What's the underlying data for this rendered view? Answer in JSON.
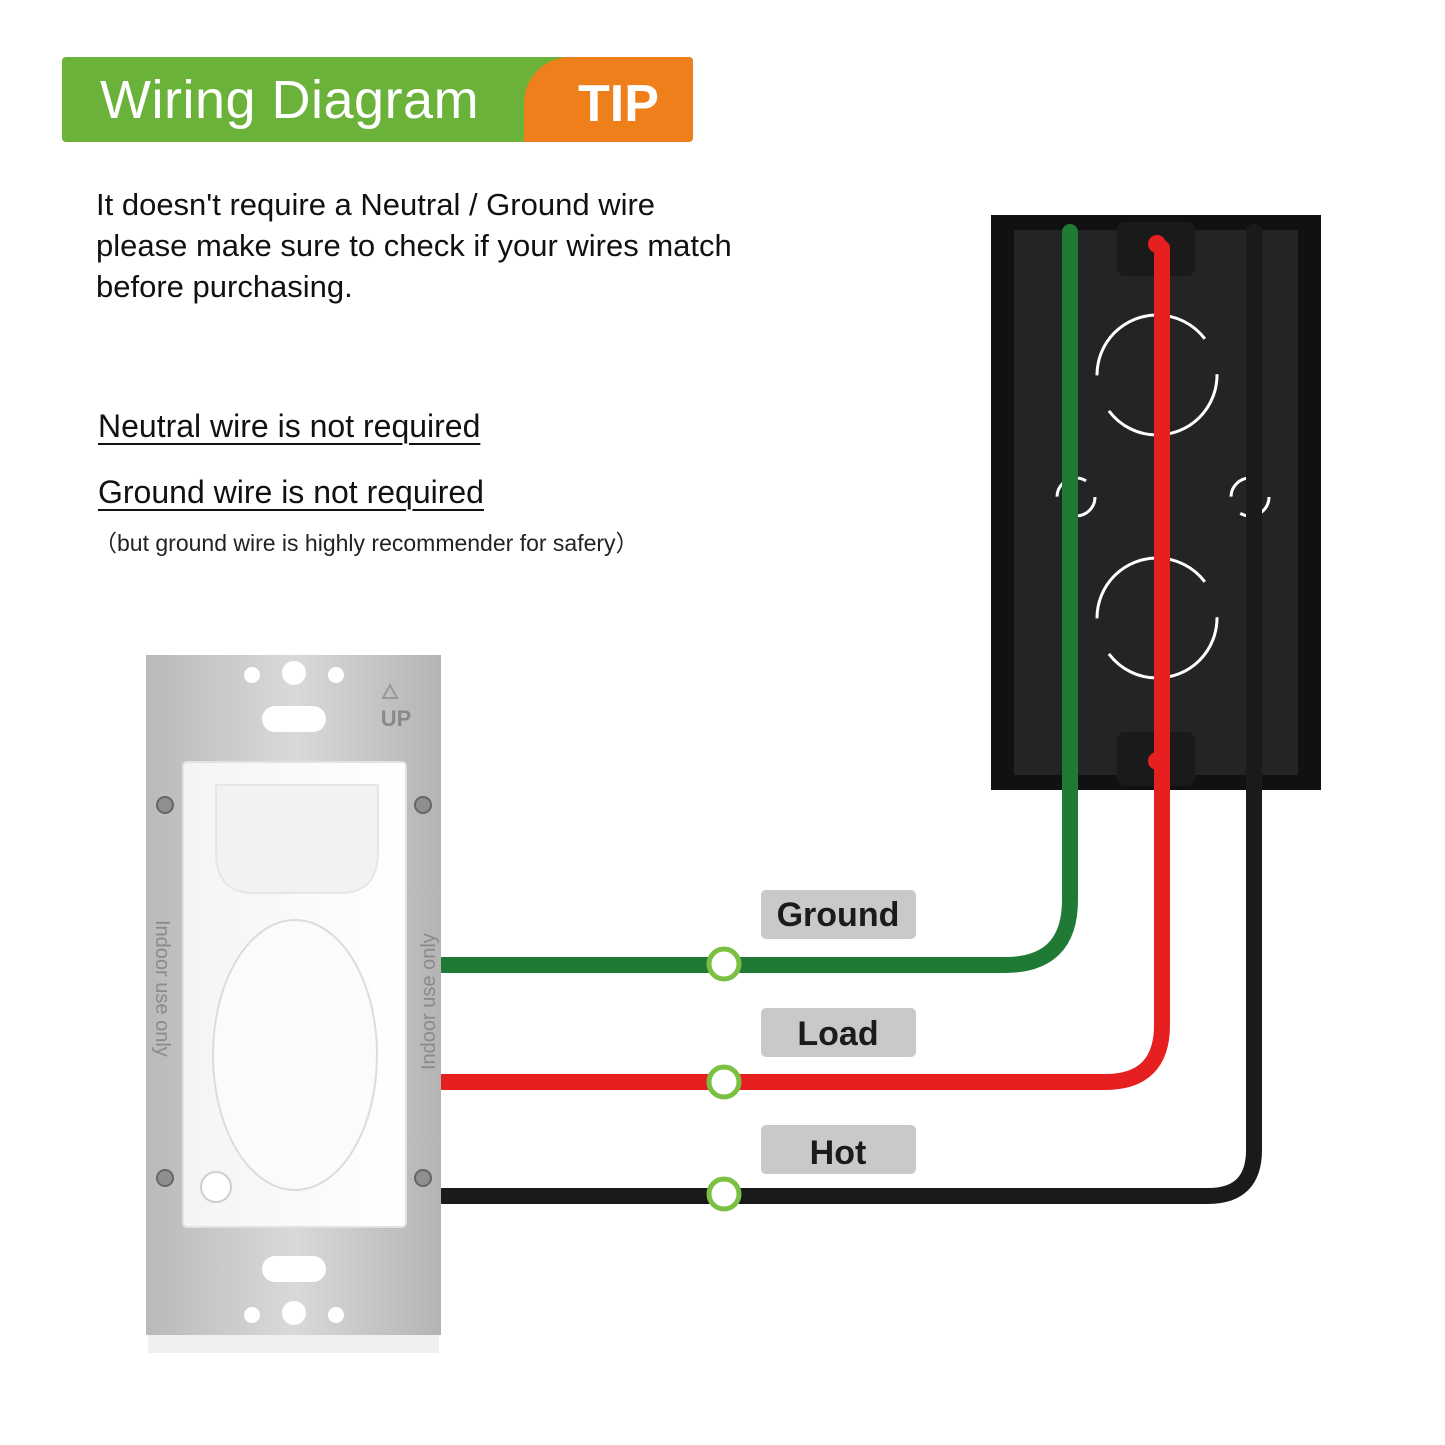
{
  "banner": {
    "title": "Wiring Diagram",
    "tip": "TIP",
    "colors": {
      "green": "#6ab23a",
      "orange": "#ef7f1a"
    }
  },
  "intro": {
    "line1": "It doesn't require a Neutral / Ground wire",
    "line2": "please make sure to check if your wires match",
    "line3": "before purchasing."
  },
  "requirements": {
    "neutral": "Neutral wire is not required",
    "ground": "Ground wire is not required",
    "note": "（but ground wire is highly recommender for safery）"
  },
  "switch": {
    "up_marker": "UP",
    "side_text_left": "Indoor use only",
    "side_text_right": "Indoor use only"
  },
  "wires": [
    {
      "label": "Ground",
      "color": "#1f7a35"
    },
    {
      "label": "Load",
      "color": "#e62020"
    },
    {
      "label": "Hot",
      "color": "#1a1a1a"
    }
  ]
}
